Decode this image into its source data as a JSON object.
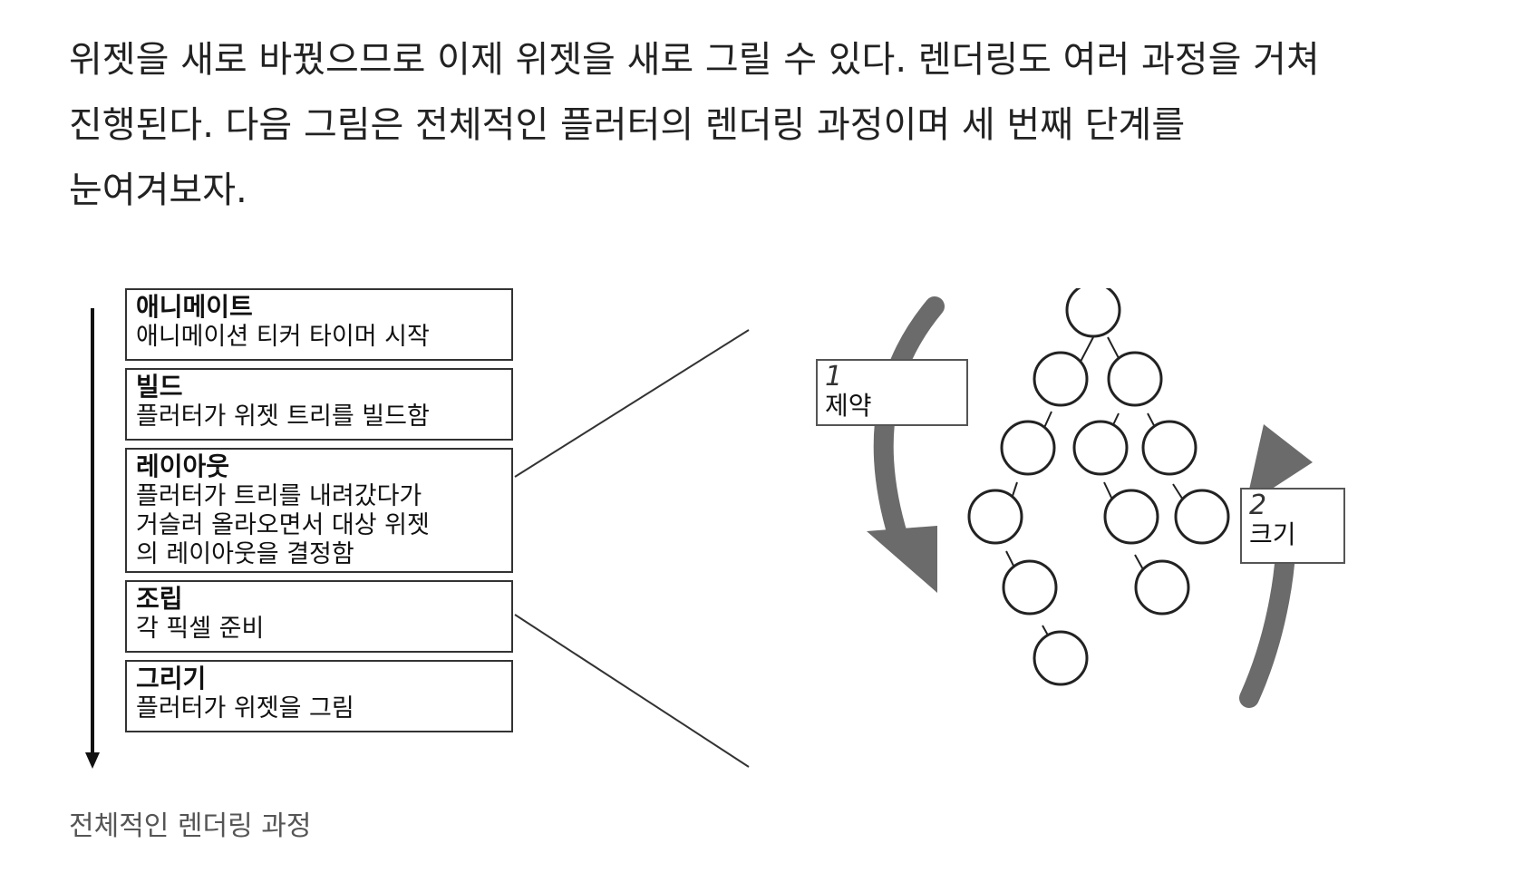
{
  "paragraph": {
    "lines": [
      "위젯을 새로 바꿨으므로 이제 위젯을 새로 그릴 수 있다. 렌더링도 여러 과정을 거쳐",
      "진행된다. 다음 그림은 전체적인 플러터의 렌더링 과정이며 세 번째 단계를",
      "눈여겨보자."
    ]
  },
  "figure": {
    "stages": [
      {
        "title": "애니메이트",
        "desc": [
          "애니메이션 티커 타이머 시작"
        ]
      },
      {
        "title": "빌드",
        "desc": [
          "플러터가 위젯 트리를 빌드함"
        ]
      },
      {
        "title": "레이아웃",
        "desc": [
          "플러터가 트리를 내려갔다가",
          "거슬러 올라오면서 대상 위젯",
          "의 레이아웃을 결정함"
        ]
      },
      {
        "title": "조립",
        "desc": [
          "각 픽셀 준비"
        ]
      },
      {
        "title": "그리기",
        "desc": [
          "플러터가 위젯을 그림"
        ]
      }
    ],
    "phases": [
      {
        "number": "1",
        "label": "제약"
      },
      {
        "number": "2",
        "label": "크기"
      }
    ],
    "colors": {
      "arrow": "#6b6b6b",
      "stroke": "#222222"
    }
  },
  "caption": "전체적인 렌더링 과정"
}
